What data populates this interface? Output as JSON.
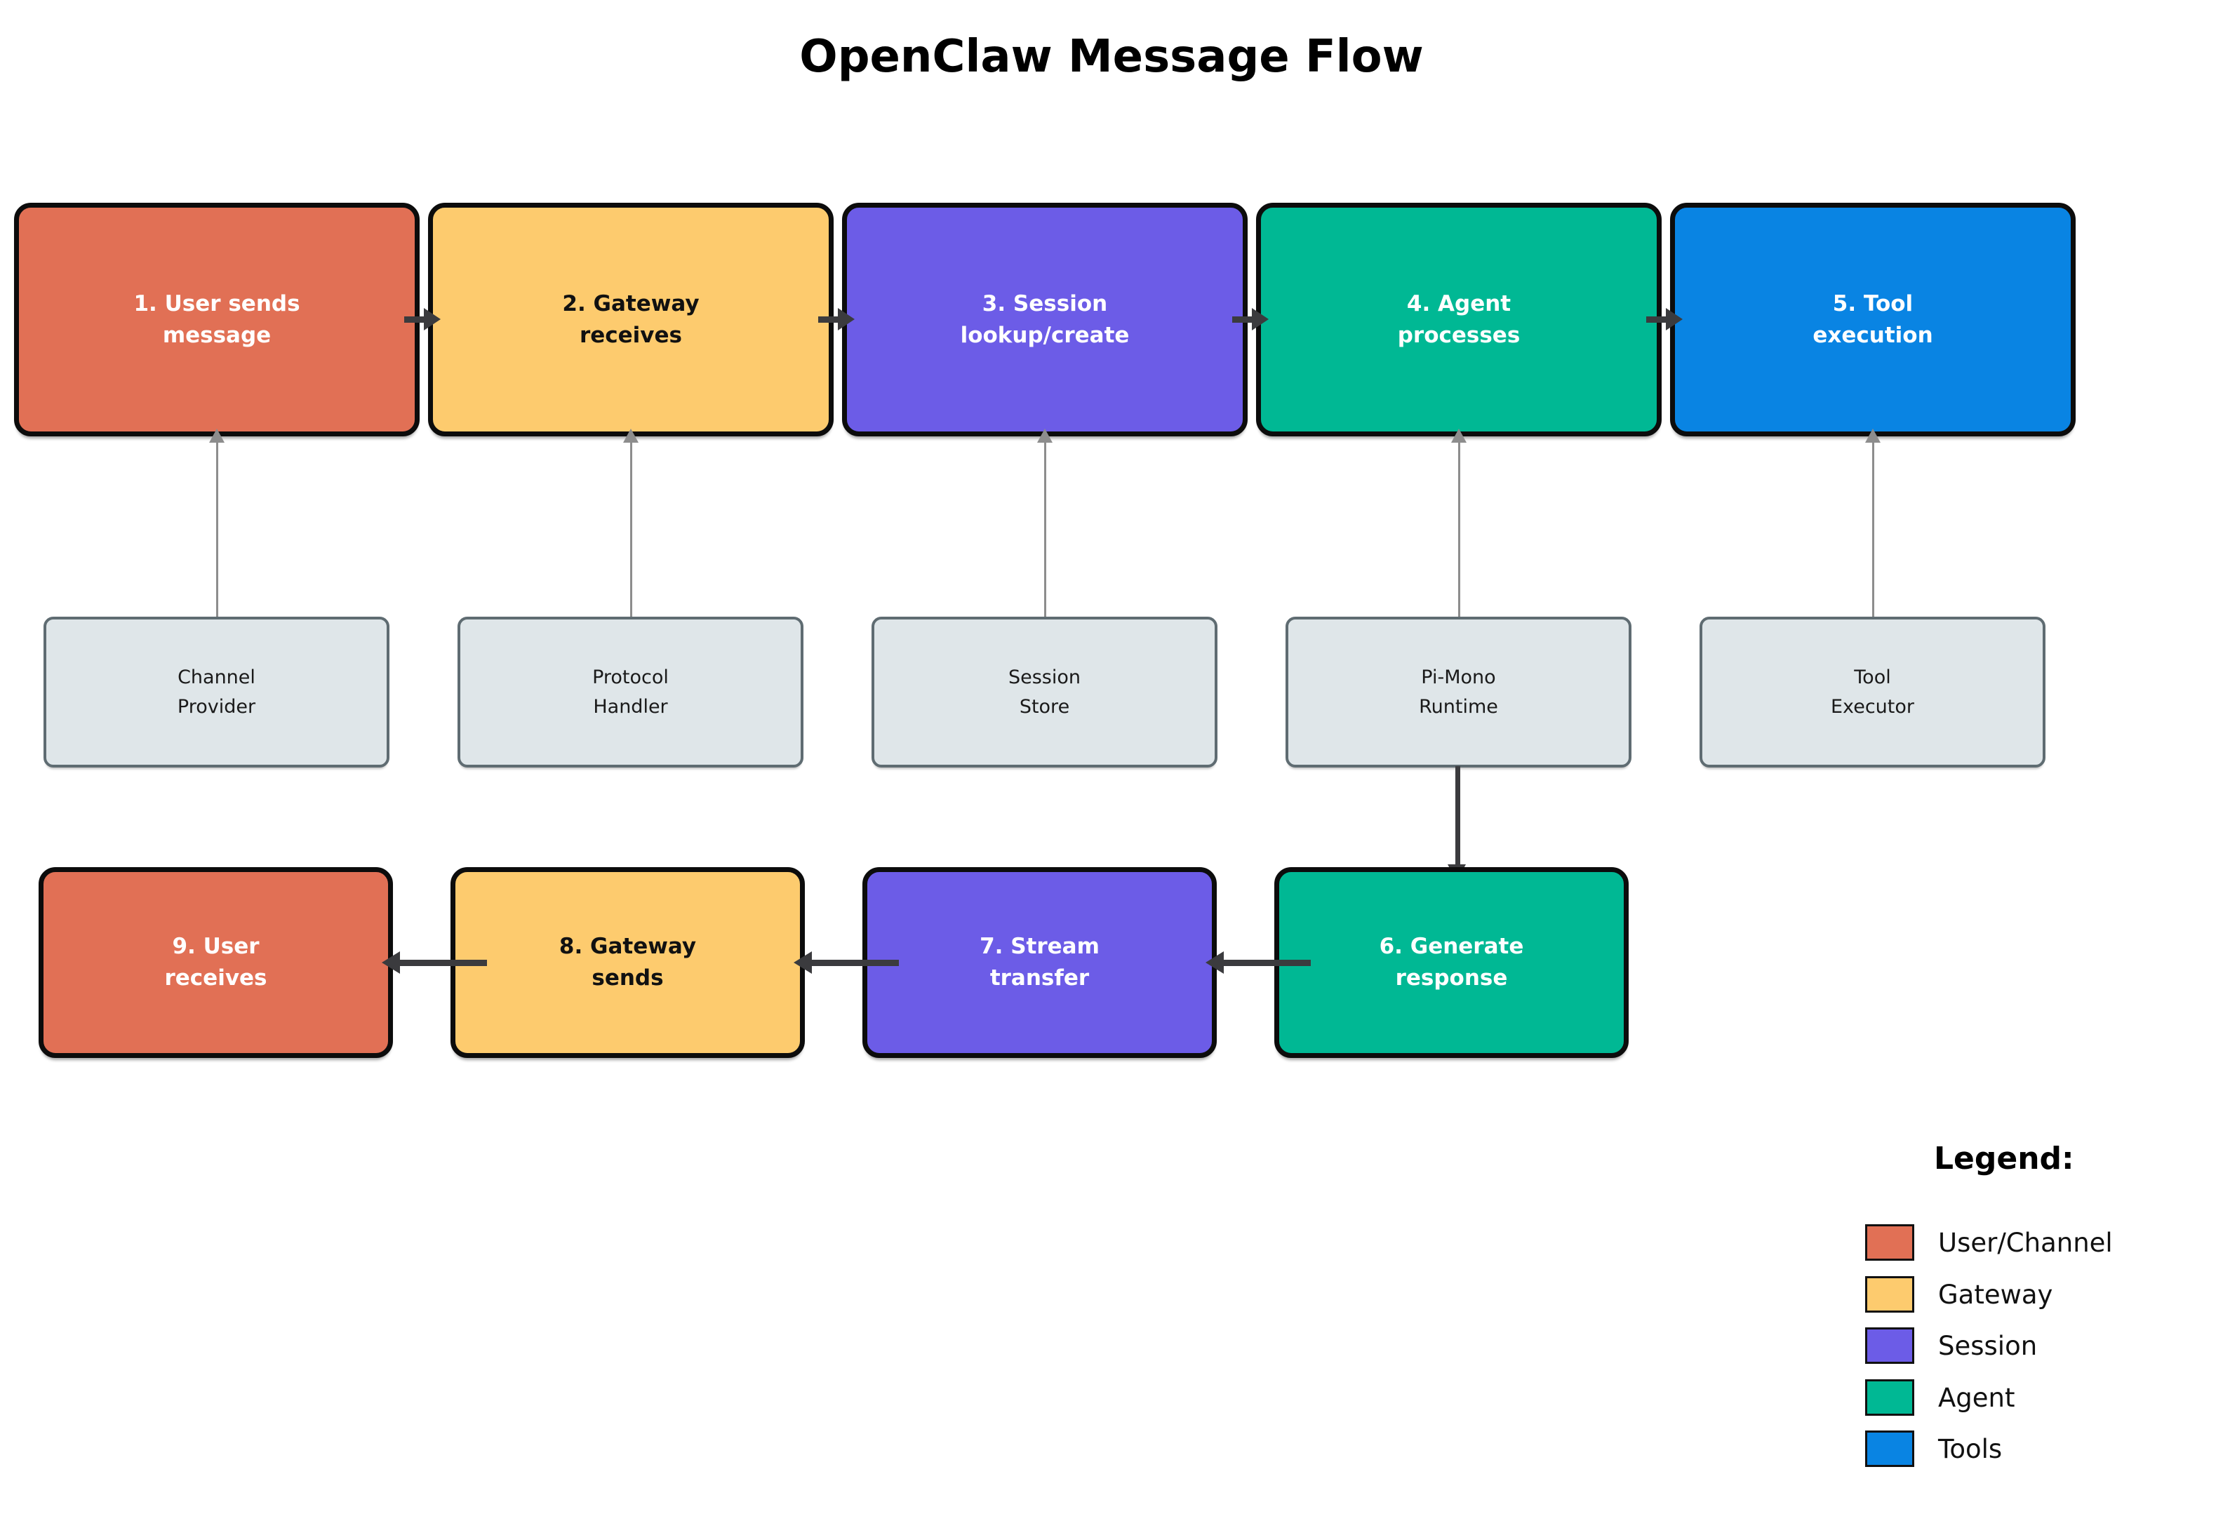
{
  "title": "OpenClaw Message Flow",
  "colors": {
    "user_channel": "#E17055",
    "gateway": "#FDCB6E",
    "session": "#6C5CE7",
    "agent": "#00B894",
    "tools": "#0984E3",
    "component_fill": "#DFE6E9",
    "component_border": "#5F6C72",
    "connector_gray": "#8D8D8D",
    "connector_dark": "#3B3B3E",
    "box_border": "#0C0C0C"
  },
  "top_row": [
    {
      "label": "1. User sends\nmessage",
      "category": "User/Channel",
      "text_color": "#FFFFFF"
    },
    {
      "label": "2. Gateway\nreceives",
      "category": "Gateway",
      "text_color": "#111111"
    },
    {
      "label": "3. Session\nlookup/create",
      "category": "Session",
      "text_color": "#FFFFFF"
    },
    {
      "label": "4. Agent\nprocesses",
      "category": "Agent",
      "text_color": "#FFFFFF"
    },
    {
      "label": "5. Tool\nexecution",
      "category": "Tools",
      "text_color": "#FFFFFF"
    }
  ],
  "middle_row": [
    {
      "label": "Channel\nProvider"
    },
    {
      "label": "Protocol\nHandler"
    },
    {
      "label": "Session\nStore"
    },
    {
      "label": "Pi-Mono\nRuntime"
    },
    {
      "label": "Tool\nExecutor"
    }
  ],
  "bottom_row": [
    {
      "label": "9. User\nreceives",
      "category": "User/Channel",
      "text_color": "#FFFFFF"
    },
    {
      "label": "8. Gateway\nsends",
      "category": "Gateway",
      "text_color": "#111111"
    },
    {
      "label": "7. Stream\ntransfer",
      "category": "Session",
      "text_color": "#FFFFFF"
    },
    {
      "label": "6. Generate\nresponse",
      "category": "Agent",
      "text_color": "#FFFFFF"
    }
  ],
  "legend": {
    "title": "Legend:",
    "items": [
      {
        "label": "User/Channel",
        "color": "#E17055"
      },
      {
        "label": "Gateway",
        "color": "#FDCB6E"
      },
      {
        "label": "Session",
        "color": "#6C5CE7"
      },
      {
        "label": "Agent",
        "color": "#00B894"
      },
      {
        "label": "Tools",
        "color": "#0984E3"
      }
    ]
  }
}
